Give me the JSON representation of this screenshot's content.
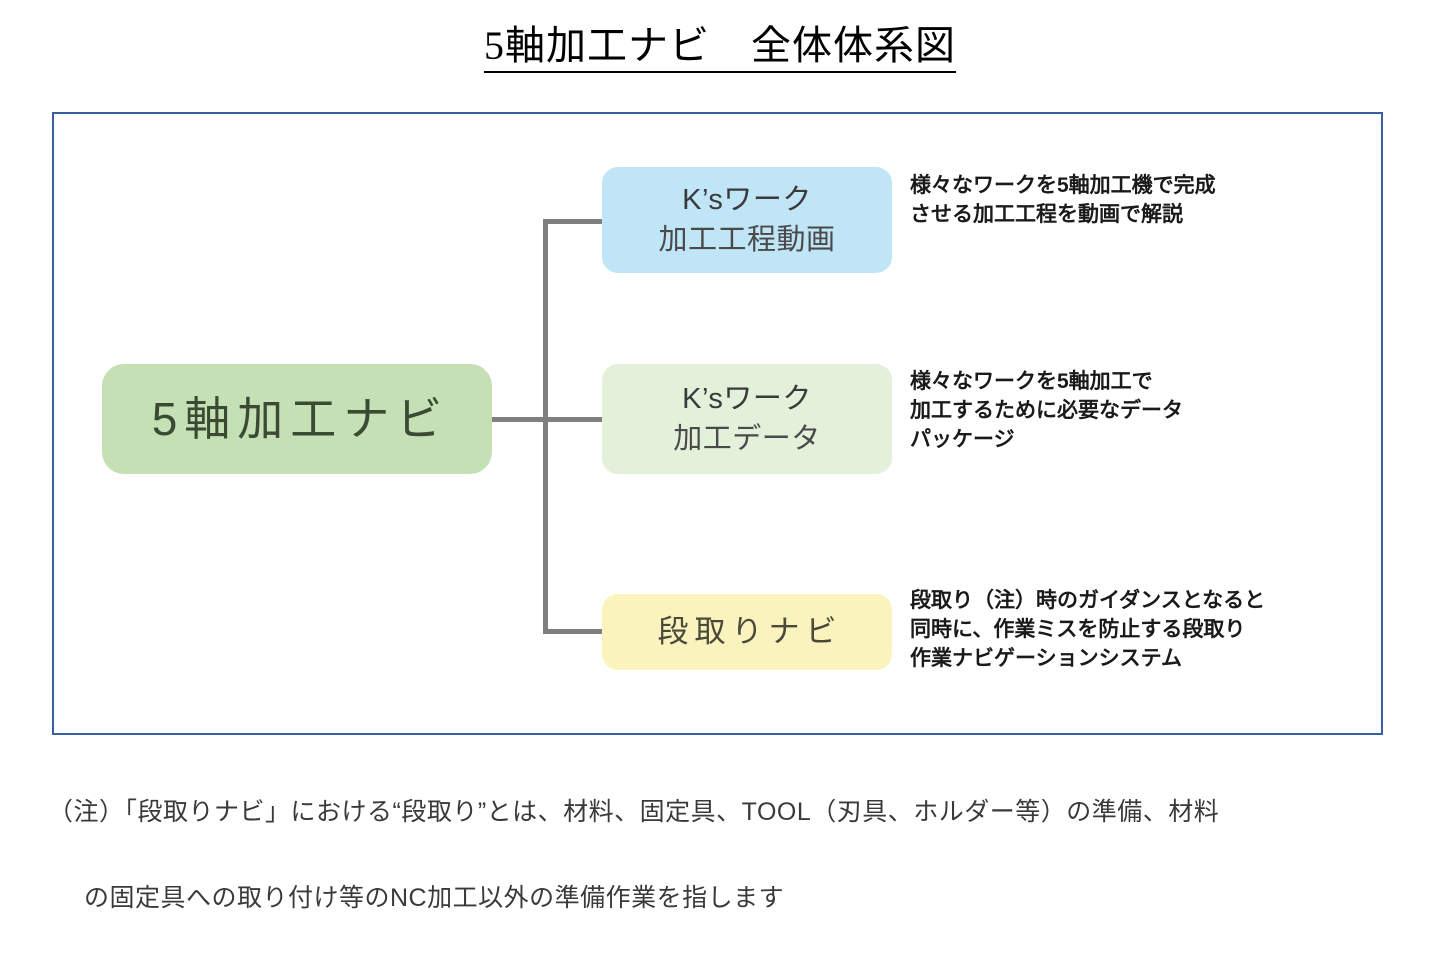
{
  "page": {
    "title": "5軸加工ナビ　全体体系図"
  },
  "diagram": {
    "root": {
      "label": "5軸加工ナビ",
      "color": "#C5E0B4"
    },
    "branches": [
      {
        "id": "video",
        "title_line1": "K’sワーク",
        "title_line2": "加工工程動画",
        "color": "#C0E5F7",
        "description": "様々なワークを5軸加工機で完成\nさせる加工工程を動画で解説"
      },
      {
        "id": "data",
        "title_line1": "K’sワーク",
        "title_line2": "加工データ",
        "color": "#E3F1DA",
        "description": "様々なワークを5軸加工で\n加工するために必要なデータ\nパッケージ"
      },
      {
        "id": "setup",
        "title_line1": "段取りナビ",
        "title_line2": "",
        "color": "#FAF3BE",
        "description": "段取り（注）時のガイダンスとなると\n同時に、作業ミスを防止する段取り\n作業ナビゲーションシステム"
      }
    ],
    "frame_color": "#3A5FA0",
    "connector_color": "#7F7F7F"
  },
  "footnote": {
    "line1": "（注）「段取りナビ」における“段取り”とは、材料、固定具、TOOL（刃具、ホルダー等）の準備、材料",
    "line2": "の固定具への取り付け等のNC加工以外の準備作業を指します"
  }
}
